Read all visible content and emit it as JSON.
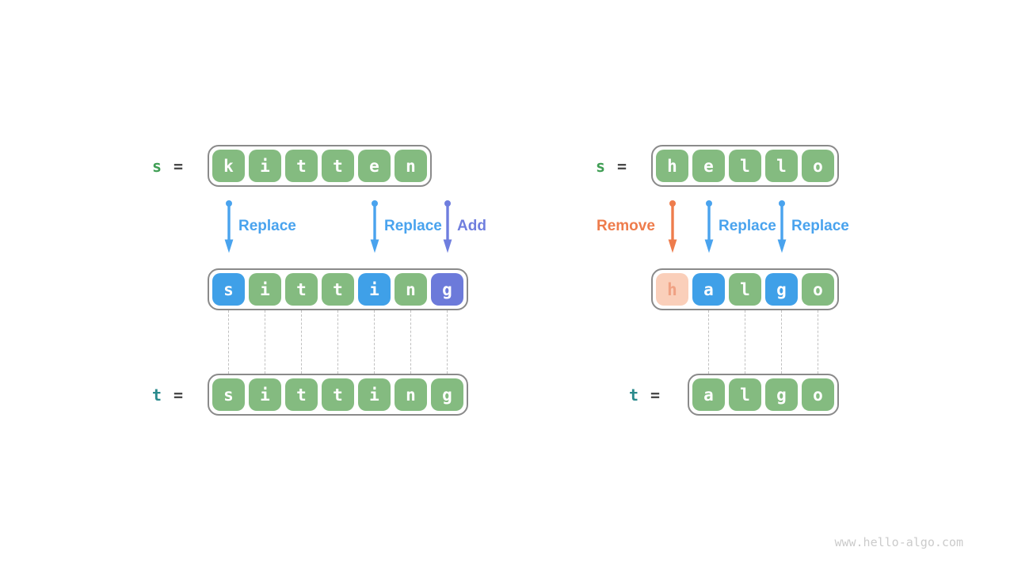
{
  "watermark": "www.hello-algo.com",
  "colors": {
    "cell_green": "#84BB80",
    "cell_blue": "#3FA0E8",
    "cell_purple": "#6C7ADA",
    "cell_peach": "#FACFBA",
    "peach_letter": "#F0A183",
    "cell_text": "#FFFFFF",
    "row_border": "#8A8A8A",
    "label_s": "#3F9E54",
    "label_t": "#2A8A8C",
    "equals": "#4A4A4A",
    "op_replace": "#49A3EE",
    "op_add": "#6F7EDE",
    "op_remove": "#EE7C4C",
    "dashed": "#C0C0C0",
    "watermark": "#CBCBCB"
  },
  "left": {
    "s_label": "s",
    "t_label": "t",
    "eq": "=",
    "s_cells": [
      {
        "ch": "k",
        "bg": "green"
      },
      {
        "ch": "i",
        "bg": "green"
      },
      {
        "ch": "t",
        "bg": "green"
      },
      {
        "ch": "t",
        "bg": "green"
      },
      {
        "ch": "e",
        "bg": "green"
      },
      {
        "ch": "n",
        "bg": "green"
      }
    ],
    "ops": [
      {
        "label": "Replace",
        "color": "op_replace"
      },
      {
        "label": "Replace",
        "color": "op_replace"
      },
      {
        "label": "Add",
        "color": "op_add"
      }
    ],
    "mid_cells": [
      {
        "ch": "s",
        "bg": "blue"
      },
      {
        "ch": "i",
        "bg": "green"
      },
      {
        "ch": "t",
        "bg": "green"
      },
      {
        "ch": "t",
        "bg": "green"
      },
      {
        "ch": "i",
        "bg": "blue"
      },
      {
        "ch": "n",
        "bg": "green"
      },
      {
        "ch": "g",
        "bg": "purple"
      }
    ],
    "t_cells": [
      {
        "ch": "s",
        "bg": "green"
      },
      {
        "ch": "i",
        "bg": "green"
      },
      {
        "ch": "t",
        "bg": "green"
      },
      {
        "ch": "t",
        "bg": "green"
      },
      {
        "ch": "i",
        "bg": "green"
      },
      {
        "ch": "n",
        "bg": "green"
      },
      {
        "ch": "g",
        "bg": "green"
      }
    ]
  },
  "right": {
    "s_label": "s",
    "t_label": "t",
    "eq": "=",
    "s_cells": [
      {
        "ch": "h",
        "bg": "green"
      },
      {
        "ch": "e",
        "bg": "green"
      },
      {
        "ch": "l",
        "bg": "green"
      },
      {
        "ch": "l",
        "bg": "green"
      },
      {
        "ch": "o",
        "bg": "green"
      }
    ],
    "ops": [
      {
        "label": "Remove",
        "color": "op_remove"
      },
      {
        "label": "Replace",
        "color": "op_replace"
      },
      {
        "label": "Replace",
        "color": "op_replace"
      }
    ],
    "mid_cells": [
      {
        "ch": "h",
        "bg": "peach"
      },
      {
        "ch": "a",
        "bg": "blue"
      },
      {
        "ch": "l",
        "bg": "green"
      },
      {
        "ch": "g",
        "bg": "blue"
      },
      {
        "ch": "o",
        "bg": "green"
      }
    ],
    "t_cells": [
      {
        "ch": "a",
        "bg": "green"
      },
      {
        "ch": "l",
        "bg": "green"
      },
      {
        "ch": "g",
        "bg": "green"
      },
      {
        "ch": "o",
        "bg": "green"
      }
    ]
  }
}
